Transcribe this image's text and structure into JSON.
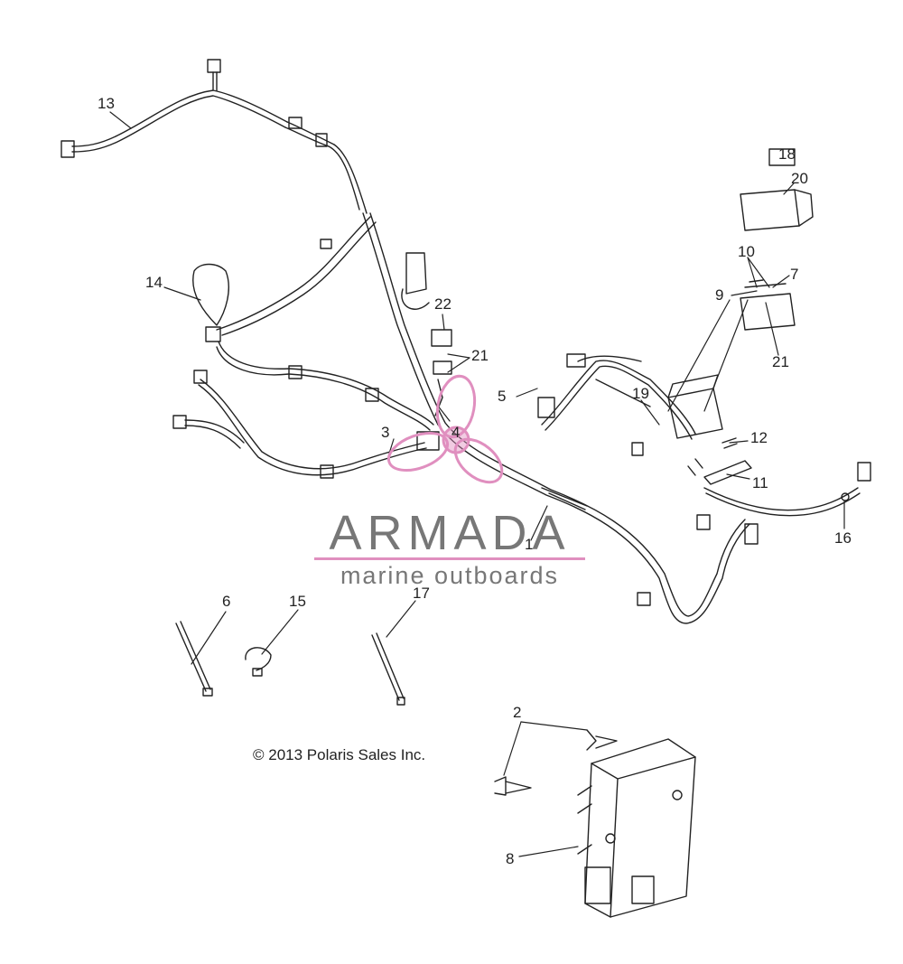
{
  "callouts": [
    "1",
    "2",
    "3",
    "4",
    "5",
    "6",
    "7",
    "8",
    "9",
    "10",
    "11",
    "12",
    "13",
    "14",
    "15",
    "16",
    "17",
    "18",
    "19",
    "20",
    "21",
    "21",
    "22"
  ],
  "copyright": "© 2013 Polaris Sales Inc.",
  "watermark": {
    "name": "ARMADA",
    "tagline": "marine outboards",
    "color": "#e08fbf"
  },
  "colors": {
    "line": "#222222",
    "fill": "#ffffff"
  }
}
